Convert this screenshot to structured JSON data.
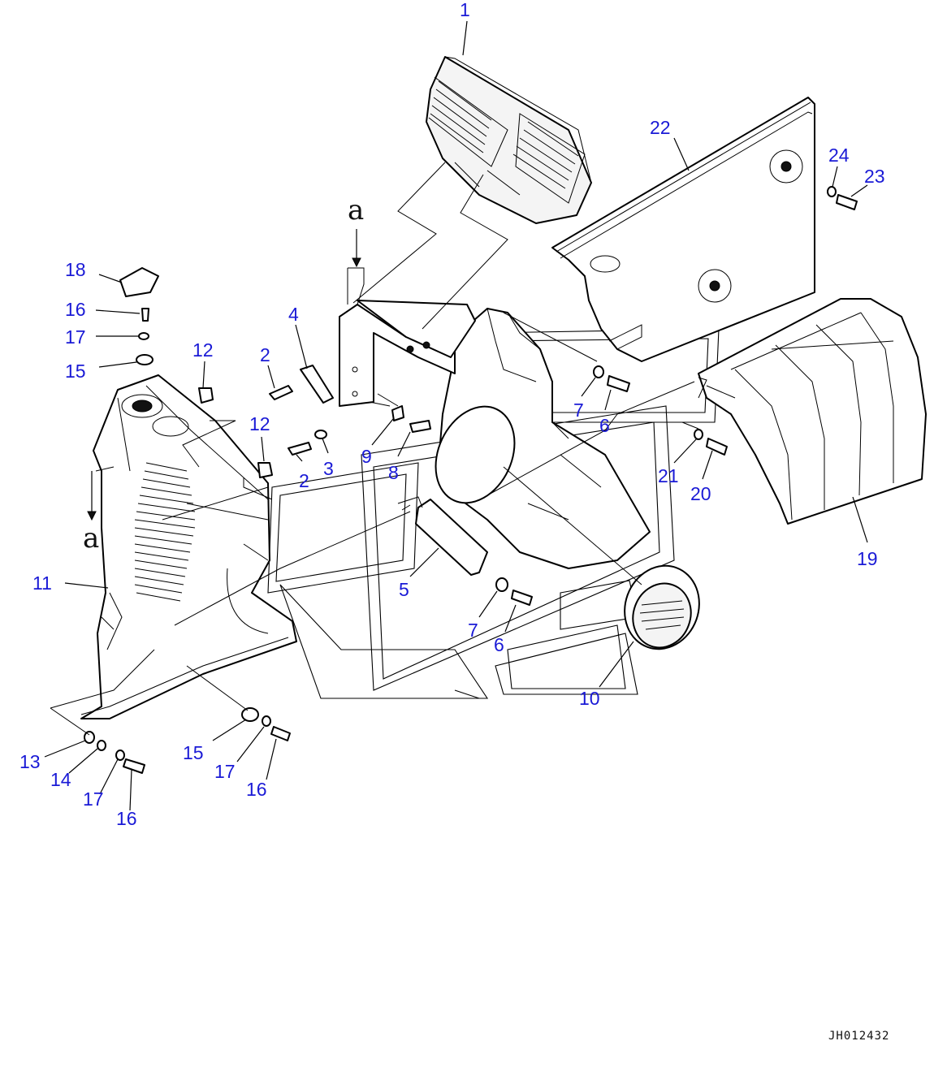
{
  "drawing_id": "JH012432",
  "reference_letters": [
    "a",
    "a"
  ],
  "callouts": {
    "c1": "1",
    "c22": "22",
    "c24": "24",
    "c23": "23",
    "c18": "18",
    "c16a": "16",
    "c17a": "17",
    "c15a": "15",
    "c12a": "12",
    "c12b": "12",
    "c4": "4",
    "c2a": "2",
    "c2b": "2",
    "c3": "3",
    "c9": "9",
    "c8": "8",
    "c7a": "7",
    "c6a": "6",
    "c21": "21",
    "c20": "20",
    "c19": "19",
    "c11": "11",
    "c5": "5",
    "c7b": "7",
    "c6b": "6",
    "c10": "10",
    "c13": "13",
    "c14": "14",
    "c17b": "17",
    "c16b": "16",
    "c15b": "15",
    "c17c": "17",
    "c16c": "16"
  }
}
